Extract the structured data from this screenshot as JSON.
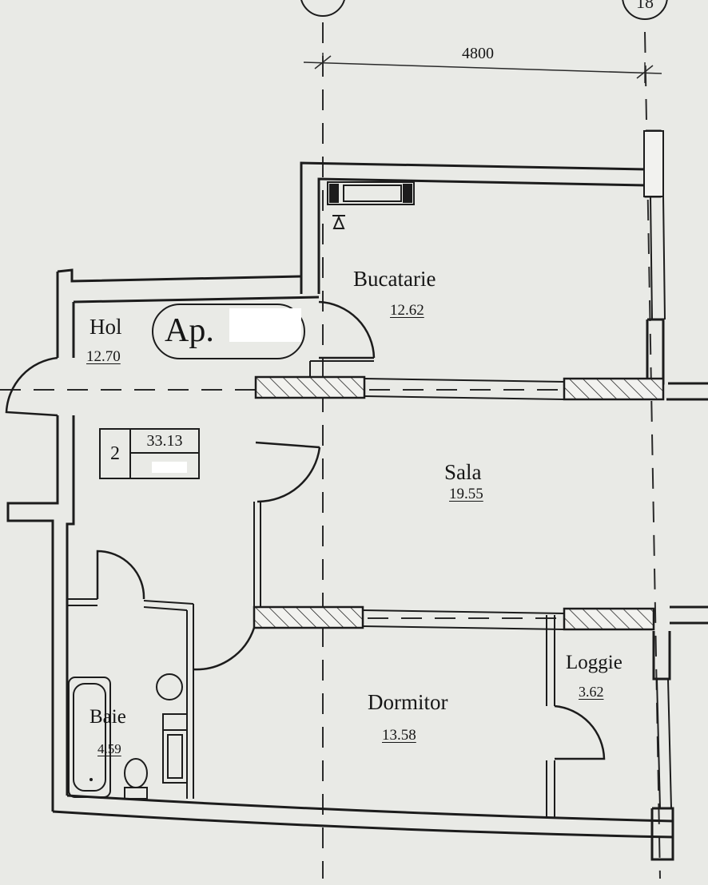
{
  "dimension": {
    "label": "4800"
  },
  "axis_markers": [
    {
      "label": ""
    },
    {
      "label": "18"
    }
  ],
  "apartment": {
    "prefix": "Ap.",
    "number_redacted": true
  },
  "summary": {
    "rooms": "2",
    "living_area": "33.13",
    "total_area_redacted": true
  },
  "rooms": {
    "hol": {
      "name": "Hol",
      "area": "12.70"
    },
    "bucatarie": {
      "name": "Bucatarie",
      "area": "12.62"
    },
    "sala": {
      "name": "Sala",
      "area": "19.55"
    },
    "dormitor": {
      "name": "Dormitor",
      "area": "13.58"
    },
    "baie": {
      "name": "Baie",
      "area": "4.59"
    },
    "loggie": {
      "name": "Loggie",
      "area": "3.62"
    }
  }
}
